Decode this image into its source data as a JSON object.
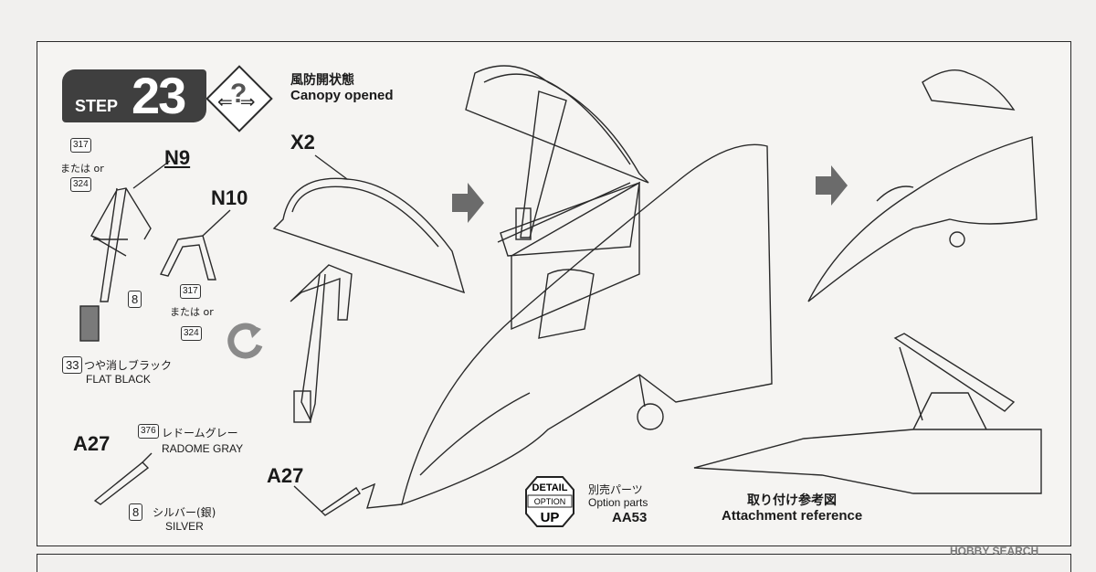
{
  "step": {
    "word": "STEP",
    "number": "23"
  },
  "canopy": {
    "jp": "風防開状態",
    "en": "Canopy opened"
  },
  "parts": {
    "x2": "X2",
    "n9": "N9",
    "n10": "N10",
    "a27_left": "A27",
    "a27_mid": "A27"
  },
  "colors": {
    "c317a": "317",
    "or_a": "または or",
    "c324a": "324",
    "c317b": "317",
    "or_b": "または or",
    "c324b": "324",
    "c8a": "8",
    "c33": "33",
    "flat_black_jp": "つや消しブラック",
    "flat_black_en": "FLAT BLACK",
    "c376": "376",
    "radome_jp": "レドームグレー",
    "radome_en": "RADOME GRAY",
    "c8b": "8",
    "silver_jp": "シルバー(銀)",
    "silver_en": "SILVER"
  },
  "option": {
    "badge_top": "DETAIL",
    "badge_mid": "OPTION",
    "badge_bottom": "UP",
    "jp": "別売パーツ",
    "en": "Option parts",
    "code": "AA53"
  },
  "reference": {
    "jp": "取り付け参考図",
    "en": "Attachment reference"
  },
  "watermark": "HOBBY SEARCH",
  "accent": {
    "badge": "#3f3f3f",
    "arrow": "#6b6b6b"
  }
}
